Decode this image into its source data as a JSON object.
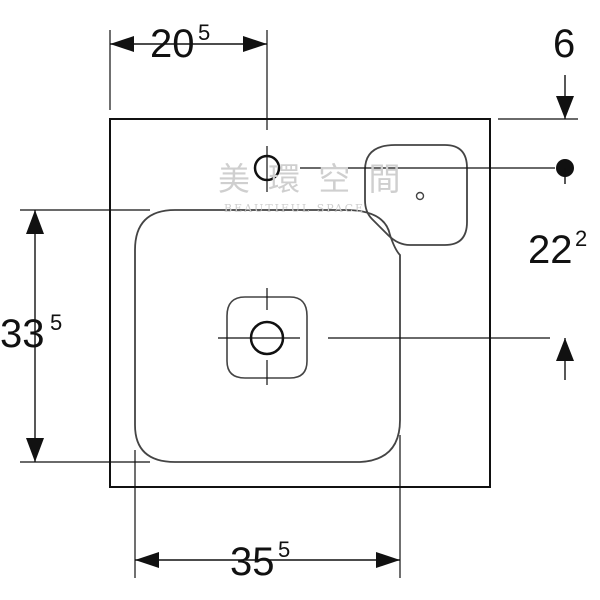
{
  "dimensions": {
    "top_width": {
      "main": "20",
      "sup": "5"
    },
    "top_right": {
      "main": "6"
    },
    "right_height": {
      "main": "22",
      "sup": "2"
    },
    "left_height": {
      "main": "33",
      "sup": "5"
    },
    "bottom_width": {
      "main": "35",
      "sup": "5"
    }
  },
  "watermark": {
    "chinese": "美 環 空 間",
    "english": "BEAUTIFUL SPACE"
  },
  "colors": {
    "line": "#111111",
    "watermark": "#cfcfcf"
  }
}
